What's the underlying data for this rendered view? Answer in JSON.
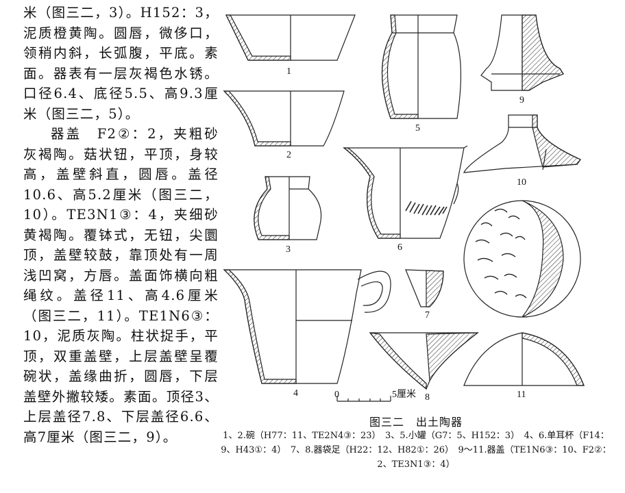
{
  "paragraphs": [
    {
      "id": "p1",
      "text": "米（图三二，3）。H152：3，泥质橙黄陶。圆唇，微侈口，领稍内斜，长弧腹，平底。素面。器表有一层灰褐色水锈。口径6.4、底径5.5、高9.3厘米（图三二，5）。"
    },
    {
      "id": "p2",
      "text": "器盖　F2②：2，夹粗砂灰褐陶。菇状钮，平顶，身较高，盖壁斜直，圆唇。盖径10.6、高5.2厘米（图三二，10）。TE3N1③：4，夹细砂黄褐陶。覆钵式，无钮，尖圜顶，盖壁较鼓，靠顶处有一周浅凹窝，方唇。盖面饰横向粗绳纹。盖径11、高4.6厘米（图三二，11）。TE1N6③：10，泥质灰陶。柱状捉手，平顶，双重盖壁，上层盖壁呈覆碗状，盖缘曲折，圆唇，下层盖壁外撇较矮。素面。顶径3、上层盖径7.8、下层盖径6.6、高7厘米（图三二，9）。"
    }
  ],
  "figure": {
    "labels": [
      "1",
      "2",
      "3",
      "4",
      "5",
      "6",
      "7",
      "8",
      "9",
      "10",
      "11"
    ],
    "scale_start": "0",
    "scale_end": "5厘米",
    "title": "图三二　出土陶器",
    "caption": "1、2.碗（H77：11、TE2N4③：23）　3、5.小罐（G7：5、H152：3）　4、6.单耳杯（F14：9、H43①：4）　7、8.器袋足（H22：12、H82①：26）　9～11.器盖（TE1N6③：10、F2②：2、TE3N1③：4）"
  }
}
